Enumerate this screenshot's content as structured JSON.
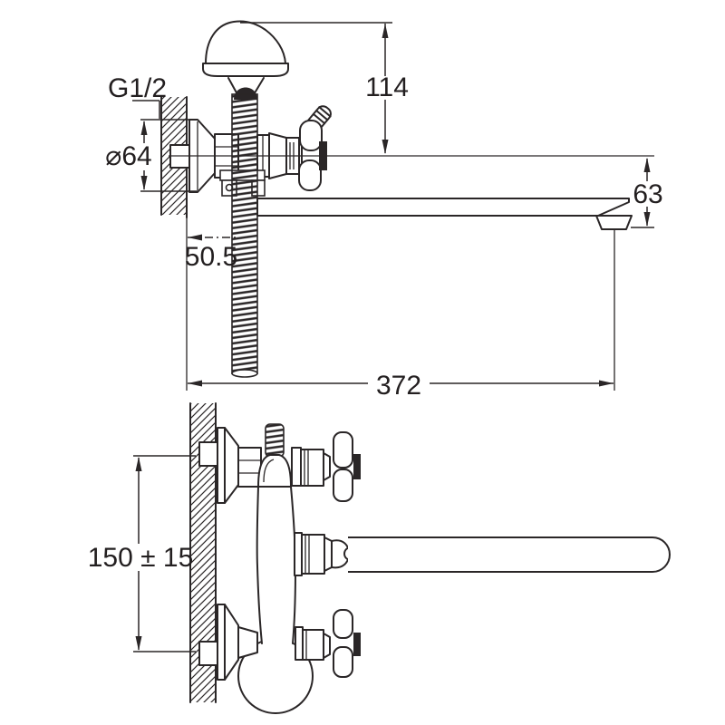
{
  "drawing": {
    "background": "#ffffff",
    "line_color": "#2a2627",
    "side_view": {
      "thread_label": "G1/2",
      "escutcheon_diameter": "⌀64",
      "head_to_center_height": "114",
      "center_to_spout_drop": "63",
      "wall_to_hose_offset": "50.5",
      "spout_reach": "372"
    },
    "front_view": {
      "inlet_spacing": "150 ± 15"
    }
  }
}
